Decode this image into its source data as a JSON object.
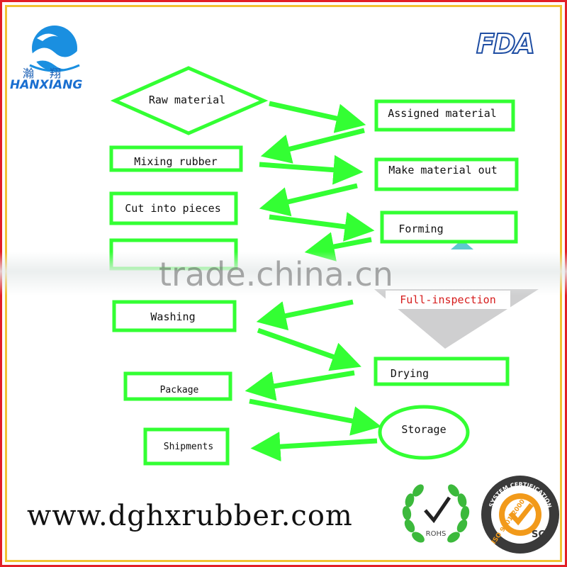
{
  "brand": {
    "name_cn": "瀚翔",
    "name_en": "HANXIANG"
  },
  "cert": {
    "fda": "FDA",
    "rohs": "ROHS",
    "sgs": "SGS",
    "sgs_ring": "SYSTEM CERTIFICATION",
    "iso": "ISO 9001:2000"
  },
  "steps": {
    "raw_material": "Raw material",
    "assigned_material": "Assigned material",
    "mixing_rubber": "Mixing rubber",
    "make_material_out": "Make material out",
    "cut_into_pieces": "Cut into pieces",
    "forming": "Forming",
    "full_inspection": "Full-inspection",
    "washing": "Washing",
    "drying": "Drying",
    "package": "Package",
    "storage": "Storage",
    "shipments": "Shipments"
  },
  "website": "www.dghxrubber.com",
  "watermark": "trade.china.cn",
  "colors": {
    "node_border": "#33ff33",
    "arrow": "#33ff33",
    "label_red": "#d61c1c",
    "frame_red": "#e21f26",
    "frame_yellow": "#f1c232"
  }
}
